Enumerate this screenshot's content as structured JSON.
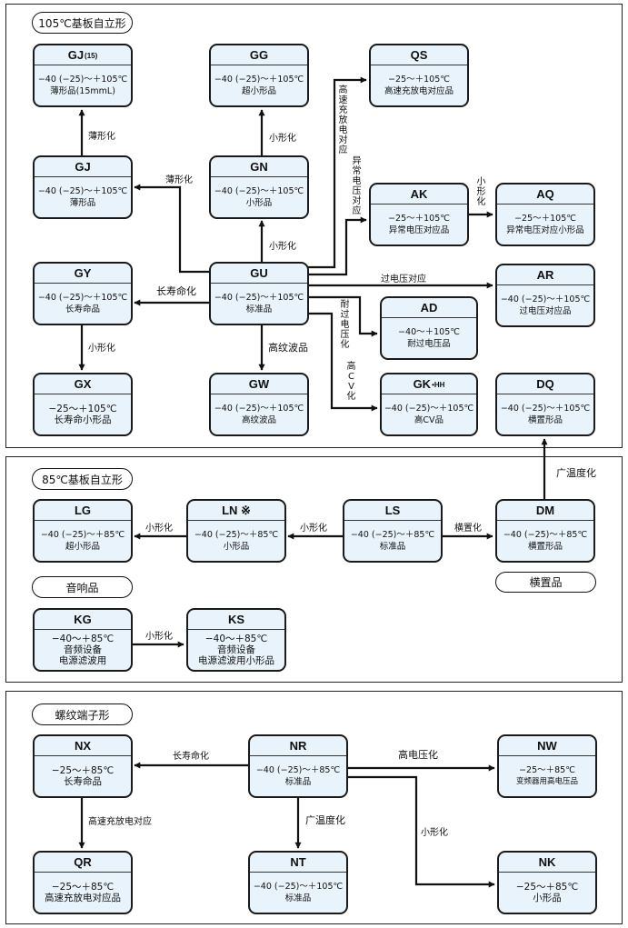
{
  "sections": [
    {
      "title": "105℃基板自立形"
    },
    {
      "title": "85℃基板自立形",
      "sub_pills": [
        "音响品",
        "横置品"
      ]
    },
    {
      "title": "螺纹端子形"
    }
  ],
  "nodes": {
    "GJ15": {
      "code": "GJ",
      "suffix": "(15)",
      "temp": "−40 (−25)〜＋105℃",
      "desc": "薄形品(15mmL)"
    },
    "GG": {
      "code": "GG",
      "temp": "−40 (−25)〜＋105℃",
      "desc": "超小形品"
    },
    "QS": {
      "code": "QS",
      "temp": "−25〜＋105℃",
      "desc": "高速充放电对应品"
    },
    "GJ": {
      "code": "GJ",
      "temp": "−40 (−25)〜＋105℃",
      "desc": "薄形品"
    },
    "GN": {
      "code": "GN",
      "temp": "−40 (−25)〜＋105℃",
      "desc": "小形品"
    },
    "AK": {
      "code": "AK",
      "temp": "−25〜＋105℃",
      "desc": "异常电压对应品"
    },
    "AQ": {
      "code": "AQ",
      "temp": "−25〜＋105℃",
      "desc": "异常电压对应小形品"
    },
    "GY": {
      "code": "GY",
      "temp": "−40 (−25)〜＋105℃",
      "desc": "长寿命品"
    },
    "GU": {
      "code": "GU",
      "temp": "−40 (−25)〜＋105℃",
      "desc": "标准品"
    },
    "AR": {
      "code": "AR",
      "temp": "−40 (−25)〜＋105℃",
      "desc": "过电压对应品"
    },
    "AD": {
      "code": "AD",
      "temp": "−40〜＋105℃",
      "desc": "耐过电压品"
    },
    "GX": {
      "code": "GX",
      "temp": "−25〜＋105℃",
      "desc": "长寿命小形品"
    },
    "GW": {
      "code": "GW",
      "temp": "−40 (−25)〜＋105℃",
      "desc": "高纹波品"
    },
    "GKHH": {
      "code": "GK",
      "suffix": "•HH",
      "temp": "−40 (−25)〜＋105℃",
      "desc": "高CV品"
    },
    "DQ": {
      "code": "DQ",
      "temp": "−40 (−25)〜＋105℃",
      "desc": "横置形品"
    },
    "LG": {
      "code": "LG",
      "temp": "−40 (−25)〜＋85℃",
      "desc": "超小形品"
    },
    "LN": {
      "code": "LN ※",
      "temp": "−40 (−25)〜＋85℃",
      "desc": "小形品"
    },
    "LS": {
      "code": "LS",
      "temp": "−40 (−25)〜＋85℃",
      "desc": "标准品"
    },
    "DM": {
      "code": "DM",
      "temp": "−40 (−25)〜＋85℃",
      "desc": "横置形品"
    },
    "KG": {
      "code": "KG",
      "temp": "−40〜＋85℃",
      "desc": "音频设备",
      "desc2": "电源滤波用"
    },
    "KS": {
      "code": "KS",
      "temp": "−40〜＋85℃",
      "desc": "音频设备",
      "desc2": "电源滤波用小形品"
    },
    "NX": {
      "code": "NX",
      "temp": "−25〜＋85℃",
      "desc": "长寿命品"
    },
    "NR": {
      "code": "NR",
      "temp": "−40 (−25)〜＋85℃",
      "desc": "标准品"
    },
    "NW": {
      "code": "NW",
      "temp": "−25〜＋85℃",
      "desc": "变频器用高电压品"
    },
    "QR": {
      "code": "QR",
      "temp": "−25〜＋85℃",
      "desc": "高速充放电对应品"
    },
    "NT": {
      "code": "NT",
      "temp": "−40 (−25)〜＋105℃",
      "desc": "标准品"
    },
    "NK": {
      "code": "NK",
      "temp": "−25〜＋85℃",
      "desc": "小形品"
    }
  },
  "edges": {
    "gj_to_gj15": "薄形化",
    "gn_to_gg": "小形化",
    "gu_to_gj": "薄形化",
    "gu_to_gn": "小形化",
    "gu_to_qs": "高速充放电对应",
    "gu_to_ak": "异常电压对应",
    "ak_to_aq": "小形化",
    "gu_to_gy": "长寿命化",
    "gu_to_ar": "过电压对应",
    "gu_to_ad": "耐过电压化",
    "gu_to_gw": "高纹波品",
    "gu_to_gkhh": "高CV化",
    "gy_to_gx": "小形化",
    "dm_to_dq": "广温度化",
    "ln_to_lg": "小形化",
    "ls_to_ln": "小形化",
    "ls_to_dm": "横置化",
    "kg_to_ks": "小形化",
    "nr_to_nx": "长寿命化",
    "nr_to_nw": "高电压化",
    "nr_to_nt": "广温度化",
    "nr_to_nk": "小形化",
    "nx_to_qr": "高速充放电对应"
  },
  "colors": {
    "node_fill": "#e8f3fb",
    "line": "#111111"
  }
}
